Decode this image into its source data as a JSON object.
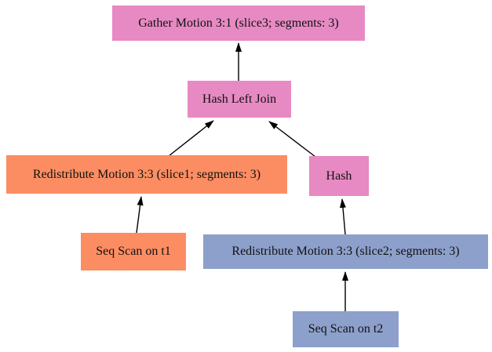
{
  "diagram": {
    "type": "query-plan-tree",
    "background": "#ffffff",
    "colors": {
      "slice3_pink": "#e78ac3",
      "slice1_orange": "#fc8d62",
      "slice2_blue": "#8da0cb",
      "arrow": "#000000",
      "text": "#111111"
    },
    "nodes": [
      {
        "id": "gather-motion",
        "label": "Gather Motion 3:1 (slice3; segments: 3)",
        "color": "#e78ac3"
      },
      {
        "id": "hash-left-join",
        "label": "Hash Left Join",
        "color": "#e78ac3"
      },
      {
        "id": "redistribute-slice1",
        "label": "Redistribute Motion 3:3 (slice1; segments: 3)",
        "color": "#fc8d62"
      },
      {
        "id": "hash",
        "label": "Hash",
        "color": "#e78ac3"
      },
      {
        "id": "seq-scan-t1",
        "label": "Seq Scan on t1",
        "color": "#fc8d62"
      },
      {
        "id": "redistribute-slice2",
        "label": "Redistribute Motion 3:3 (slice2; segments: 3)",
        "color": "#8da0cb"
      },
      {
        "id": "seq-scan-t2",
        "label": "Seq Scan on t2",
        "color": "#8da0cb"
      }
    ],
    "edges": [
      {
        "from": "hash-left-join",
        "to": "gather-motion"
      },
      {
        "from": "redistribute-slice1",
        "to": "hash-left-join"
      },
      {
        "from": "hash",
        "to": "hash-left-join"
      },
      {
        "from": "seq-scan-t1",
        "to": "redistribute-slice1"
      },
      {
        "from": "redistribute-slice2",
        "to": "hash"
      },
      {
        "from": "seq-scan-t2",
        "to": "redistribute-slice2"
      }
    ]
  }
}
